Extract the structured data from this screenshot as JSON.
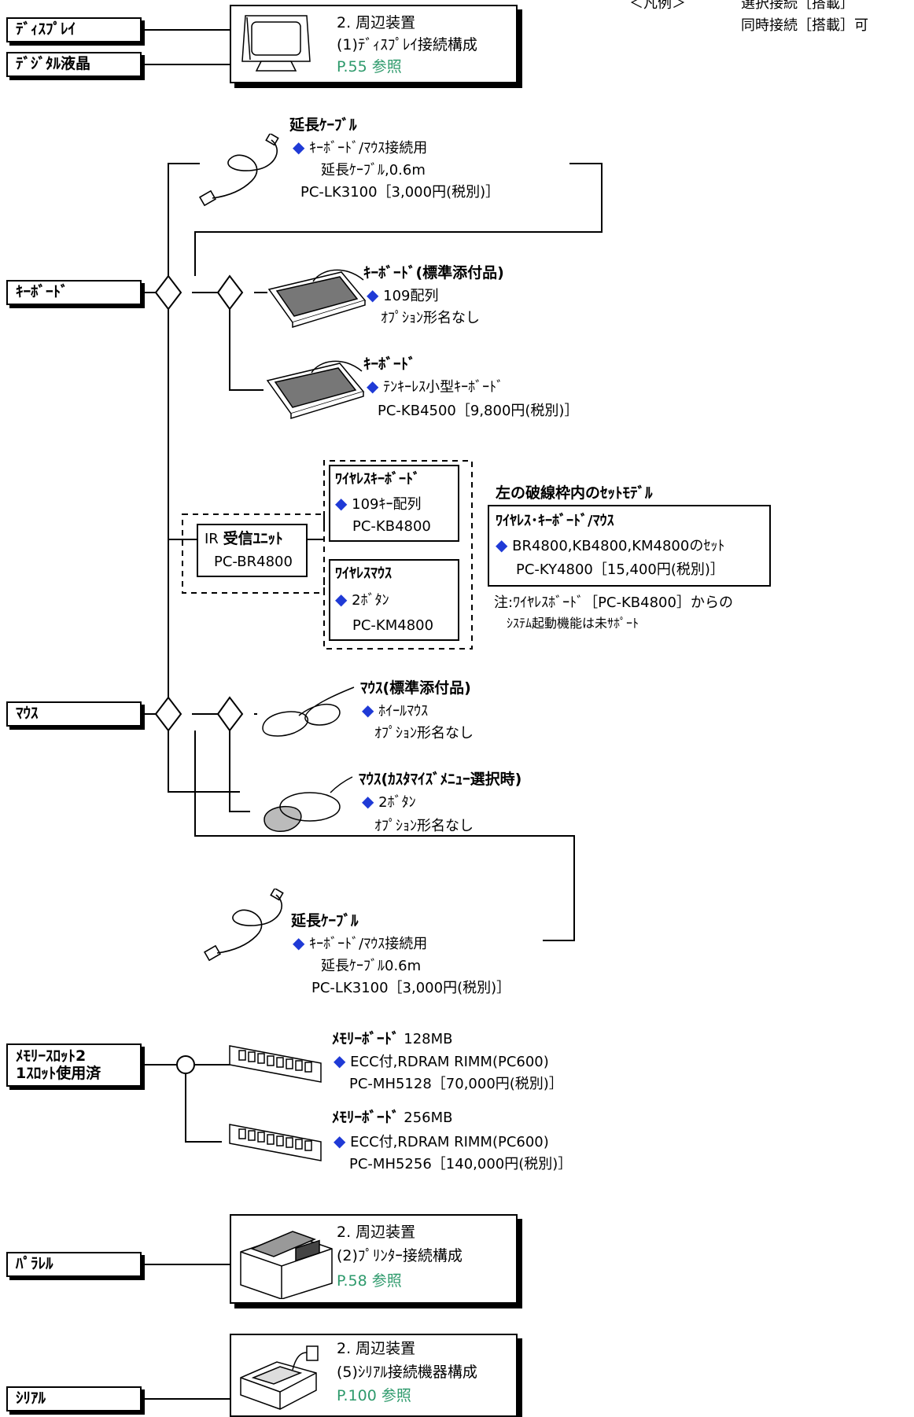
{
  "legend": {
    "label": "＜凡例＞",
    "line1": "選択接続［搭載］",
    "line2": "同時接続［搭載］可"
  },
  "display": {
    "port1": "ﾃﾞｨｽﾌﾟﾚｲ",
    "port2": "ﾃﾞｼﾞﾀﾙ液晶",
    "title": "2. 周辺装置",
    "sub": "(1)ﾃﾞｨｽﾌﾟﾚｲ接続構成",
    "ref": "P.55 参照"
  },
  "keyboard": {
    "port": "ｷｰﾎﾞｰﾄﾞ",
    "ext_cable": {
      "title": "延長ｹｰﾌﾞﾙ",
      "line1": "ｷｰﾎﾞｰﾄﾞ/ﾏｳｽ接続用",
      "line2": "延長ｹｰﾌﾞﾙ,0.6m",
      "line3": "PC-LK3100［3,000円(税別)］"
    },
    "std": {
      "title": "ｷｰﾎﾞｰﾄﾞ(標準添付品)",
      "line1": "109配列",
      "line2": "ｵﾌﾟｼｮﾝ形名なし"
    },
    "tenkeyless": {
      "title": "ｷｰﾎﾞｰﾄﾞ",
      "line1": "ﾃﾝｷｰﾚｽ小型ｷｰﾎﾞｰﾄﾞ",
      "line2": "PC-KB4500［9,800円(税別)］"
    }
  },
  "wireless": {
    "ir_title": "IR受信ﾕﾆｯﾄ",
    "ir_prefix": "IR",
    "ir_name": "受信ﾕﾆｯﾄ",
    "ir_model": "PC-BR4800",
    "kb_title": "ﾜｲﾔﾚｽｷｰﾎﾞｰﾄﾞ",
    "kb_line1": "109ｷｰ配列",
    "kb_model": "PC-KB4800",
    "mouse_title": "ﾜｲﾔﾚｽﾏｳｽ",
    "mouse_line1": "2ﾎﾞﾀﾝ",
    "mouse_model": "PC-KM4800",
    "set_heading": "左の破線枠内のｾｯﾄﾓﾃﾞﾙ",
    "set_title": "ﾜｲﾔﾚｽ･ｷｰﾎﾞｰﾄﾞ/ﾏｳｽ",
    "set_line1": "BR4800,KB4800,KM4800のｾｯﾄ",
    "set_line2": "PC-KY4800［15,400円(税別)］",
    "note1": "注:ﾜｲﾔﾚｽﾎﾞｰﾄﾞ［PC-KB4800］からの",
    "note2": "ｼｽﾃﾑ起動機能は未ｻﾎﾟｰﾄ"
  },
  "mouse": {
    "port": "ﾏｳｽ",
    "std": {
      "title": "ﾏｳｽ(標準添付品)",
      "line1": "ﾎｲｰﾙﾏｳｽ",
      "line2": "ｵﾌﾟｼｮﾝ形名なし"
    },
    "custom": {
      "title": "ﾏｳｽ(ｶｽﾀﾏｲｽﾞﾒﾆｭｰ選択時)",
      "line1": "2ﾎﾞﾀﾝ",
      "line2": "ｵﾌﾟｼｮﾝ形名なし"
    },
    "ext_cable": {
      "title": "延長ｹｰﾌﾞﾙ",
      "line1": "ｷｰﾎﾞｰﾄﾞ/ﾏｳｽ接続用",
      "line2": "延長ｹｰﾌﾞﾙ0.6m",
      "line3": "PC-LK3100［3,000円(税別)］"
    }
  },
  "memory": {
    "port_line1": "ﾒﾓﾘｰｽﾛｯﾄ2",
    "port_line2": "1ｽﾛｯﾄ使用済",
    "board128": {
      "title": "ﾒﾓﾘｰﾎﾞｰﾄﾞ",
      "size": "128MB",
      "line1": "ECC付,RDRAM RIMM(PC600)",
      "line2": "PC-MH5128［70,000円(税別)］"
    },
    "board256": {
      "title": "ﾒﾓﾘｰﾎﾞｰﾄﾞ",
      "size": "256MB",
      "line1": "ECC付,RDRAM RIMM(PC600)",
      "line2": "PC-MH5256［140,000円(税別)］"
    }
  },
  "parallel": {
    "port": "ﾊﾟﾗﾚﾙ",
    "title": "2. 周辺装置",
    "sub": "(2)ﾌﾟﾘﾝﾀｰ接続構成",
    "ref": "P.58 参照"
  },
  "serial": {
    "port": "ｼﾘｱﾙ",
    "title": "2. 周辺装置",
    "sub": "(5)ｼﾘｱﾙ接続機器構成",
    "ref": "P.100 参照"
  },
  "bullet_icon": "blue-diamond",
  "colors": {
    "bullet": "#1f3ad6",
    "reference": "#2e9a6c"
  }
}
